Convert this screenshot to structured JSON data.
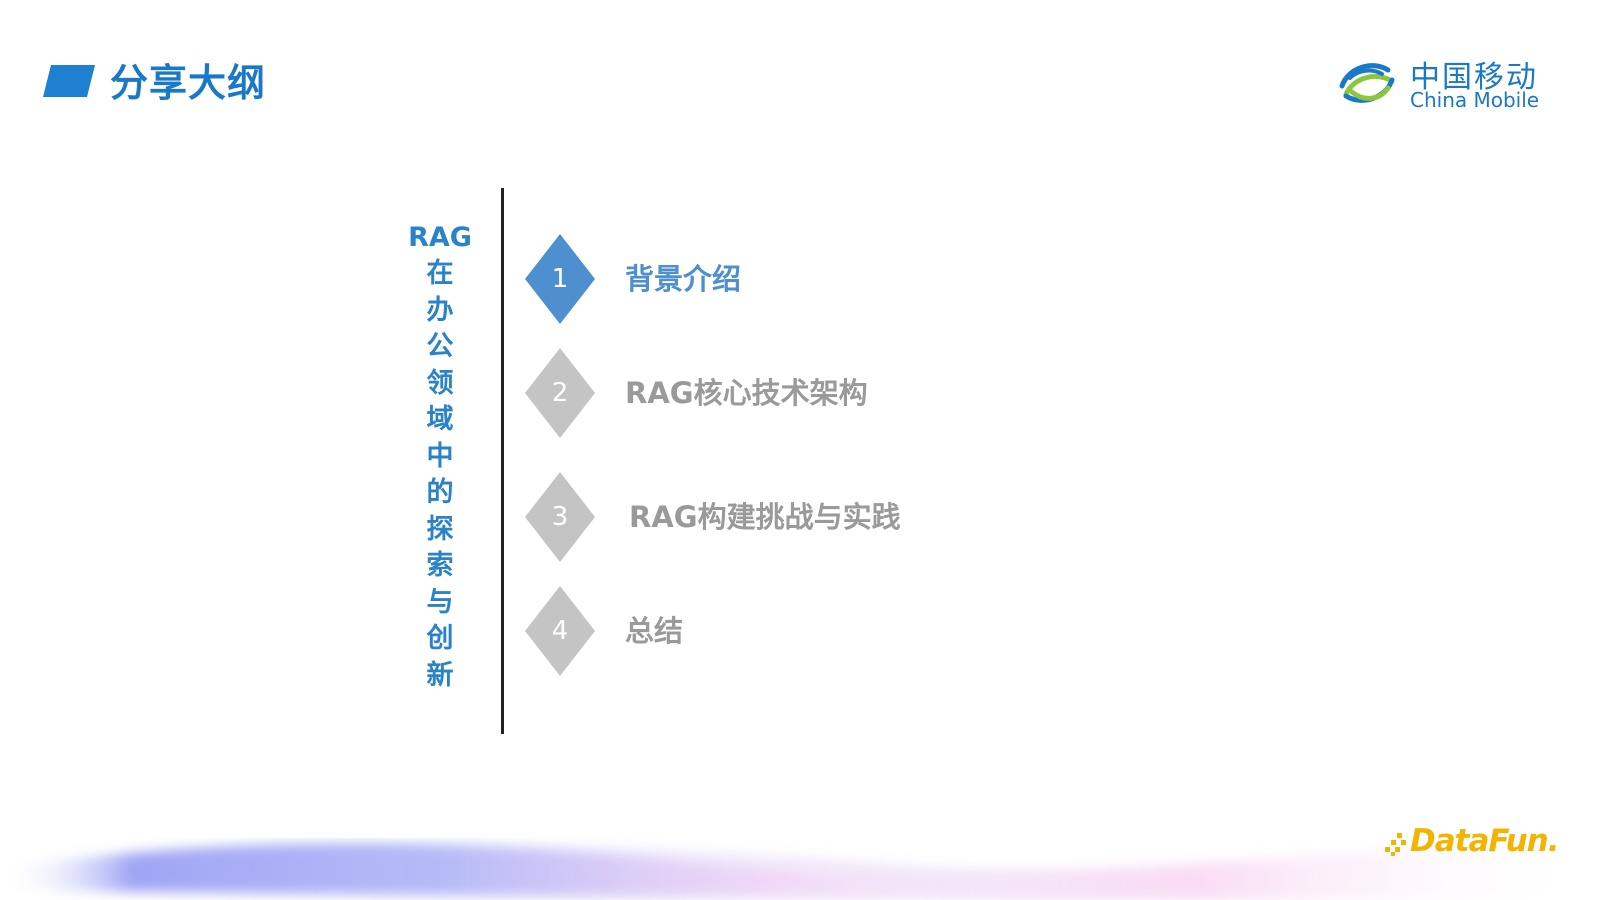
{
  "header": {
    "title": "分享大纲"
  },
  "brand": {
    "name_cn": "中国移动",
    "name_en": "China Mobile",
    "color": "#1a78c8"
  },
  "vertical_title": {
    "head": "RAG",
    "chars": [
      "在",
      "办",
      "公",
      "领",
      "域",
      "中",
      "的",
      "探",
      "索",
      "与",
      "创",
      "新"
    ]
  },
  "outline": {
    "items": [
      {
        "number": "1",
        "label": "背景介绍",
        "active": true
      },
      {
        "number": "2",
        "label": "RAG核心技术架构",
        "active": false
      },
      {
        "number": "3",
        "label": "RAG构建挑战与实践",
        "active": false
      },
      {
        "number": "4",
        "label": "总结",
        "active": false
      }
    ],
    "active_color": "#4e8fd0",
    "inactive_color": "#c4c4c4"
  },
  "footer": {
    "logo_text": "DataFun."
  }
}
